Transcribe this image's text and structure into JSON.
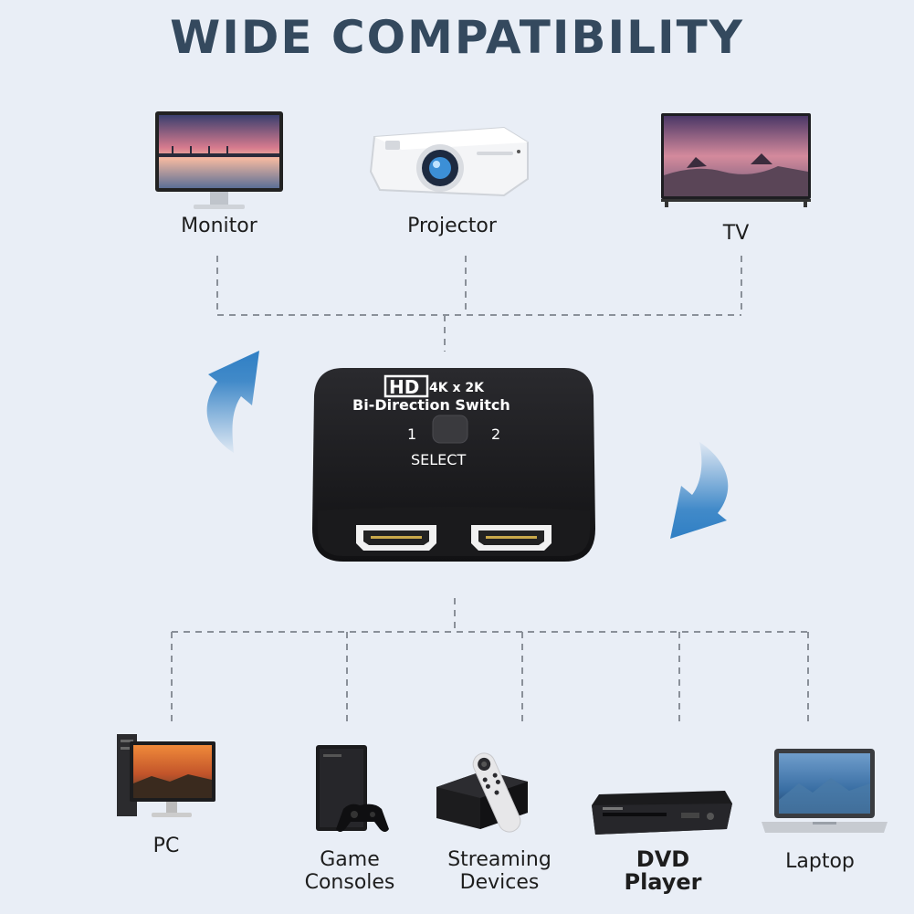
{
  "title": "WIDE COMPATIBILITY",
  "switch": {
    "badge": "HD",
    "resolution": "4K x 2K",
    "name": "Bi-Direction Switch",
    "port_1": "1",
    "port_2": "2",
    "button_label": "SELECT"
  },
  "outputs": [
    {
      "label": "Monitor"
    },
    {
      "label": "Projector"
    },
    {
      "label": "TV"
    }
  ],
  "inputs": [
    {
      "label": "PC"
    },
    {
      "label": "Game\nConsoles"
    },
    {
      "label": "Streaming\nDevices"
    },
    {
      "label": "DVD\nPlayer"
    },
    {
      "label": "Laptop"
    }
  ],
  "colors": {
    "background": "#e9eef6",
    "title": "#34495e",
    "arrow": "#2f7fc4",
    "connector": "#8a9099",
    "switch_body": "#1b1b1d"
  }
}
